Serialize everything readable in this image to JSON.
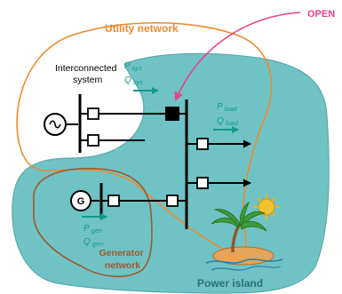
{
  "labels": {
    "open": "OPEN",
    "utility_network": "Utility network",
    "interconnected_line1": "Interconnected",
    "interconnected_line2": "system",
    "p_sys_base": "P",
    "p_sys_sub": "sys",
    "q_sys_base": "Q",
    "q_sys_sub": "sys",
    "p_load_base": "P",
    "p_load_sub": "load",
    "q_load_base": "Q",
    "q_load_sub": "load",
    "generator_symbol": "G",
    "p_gen_base": "P",
    "p_gen_sub": "gen",
    "q_gen_base": "Q",
    "q_gen_sub": "gen",
    "generator_network_line1": "Generator",
    "generator_network_line2": "network",
    "power_island": "Power island"
  },
  "colors": {
    "island_fill": "#6fc3c5",
    "island_stroke": "#5aa9ab",
    "utility_outline": "#ef8a2e",
    "generator_outline": "#a0582a",
    "arrow_pink": "#e8418c",
    "flow_arrow": "#139a8a",
    "quantity_text": "#139a8a",
    "wire": "#000000",
    "open_breaker": "#000000"
  },
  "icons": {
    "island_illustration": "palm-island-sun-icon",
    "source_symbol": "ac-source-icon"
  }
}
